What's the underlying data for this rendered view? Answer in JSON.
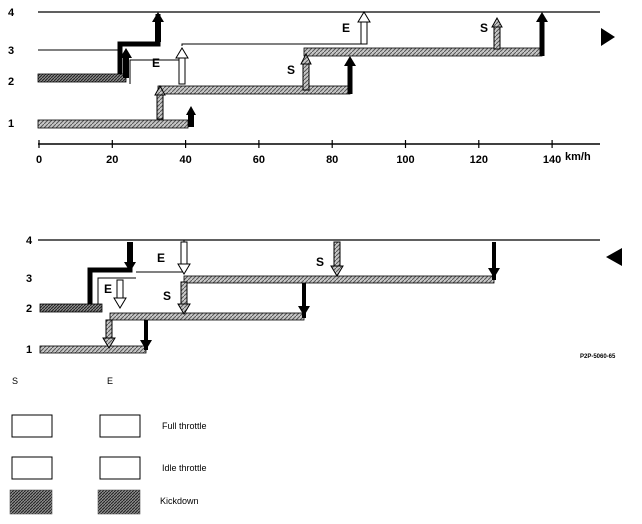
{
  "upshift": {
    "gears": [
      "1",
      "2",
      "3",
      "4"
    ],
    "x_ticks": [
      "0",
      "20",
      "40",
      "60",
      "80",
      "100",
      "120",
      "140"
    ],
    "x_unit": "km/h",
    "labels": {
      "e1": "E",
      "e2": "E",
      "s1": "S",
      "s2": "S"
    }
  },
  "downshift": {
    "gears": [
      "1",
      "2",
      "3",
      "4"
    ],
    "labels": {
      "e1": "E",
      "e2": "E",
      "s1": "S",
      "s2": "S"
    }
  },
  "figure_code": "P2P-5060-65",
  "legend": {
    "col_s": "S",
    "col_e": "E",
    "full": "Full throttle",
    "idle": "Idle throttle",
    "kick": "Kickdown"
  },
  "colors": {
    "line": "#000000",
    "hatch": "#9a9a9a",
    "paper": "#ffffff"
  }
}
